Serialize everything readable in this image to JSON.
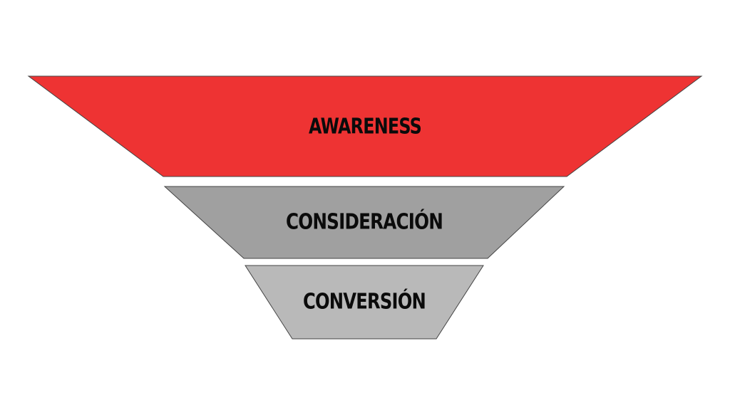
{
  "funnel": {
    "stages": [
      {
        "label": "AWARENESS",
        "color": "#ee3333"
      },
      {
        "label": "CONSIDERACIÓN",
        "color": "#a0a0a0"
      },
      {
        "label": "CONVERSIÓN",
        "color": "#b9b9b9"
      }
    ],
    "outline_color": "#444444"
  }
}
